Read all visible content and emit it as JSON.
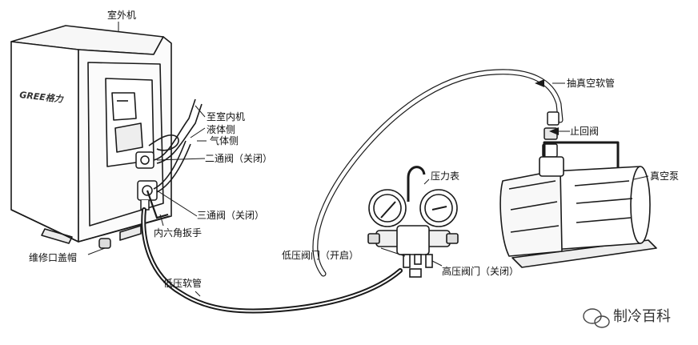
{
  "labels": {
    "outdoor_unit": "室外机",
    "to_indoor_unit": "至室内机",
    "liquid_side": "液体侧",
    "gas_side": "气体侧",
    "two_way_valve": "二通阀（关闭）",
    "three_way_valve": "三通阀（关闭）",
    "hex_wrench": "内六角扳手",
    "service_port_cap": "维修口盖帽",
    "low_pressure_hose": "低压软管",
    "low_pressure_valve": "低压阀门（开启）",
    "high_pressure_valve": "高压阀门（关闭）",
    "pressure_gauge": "压力表",
    "vacuum_hose": "抽真空软管",
    "check_valve": "止回阀",
    "vacuum_pump": "真空泵"
  },
  "brand_logo": "GREE格力",
  "watermark": "制冷百科",
  "colors": {
    "line": "#1a1a1a",
    "background": "#ffffff",
    "fill_light": "#f4f4f4"
  }
}
